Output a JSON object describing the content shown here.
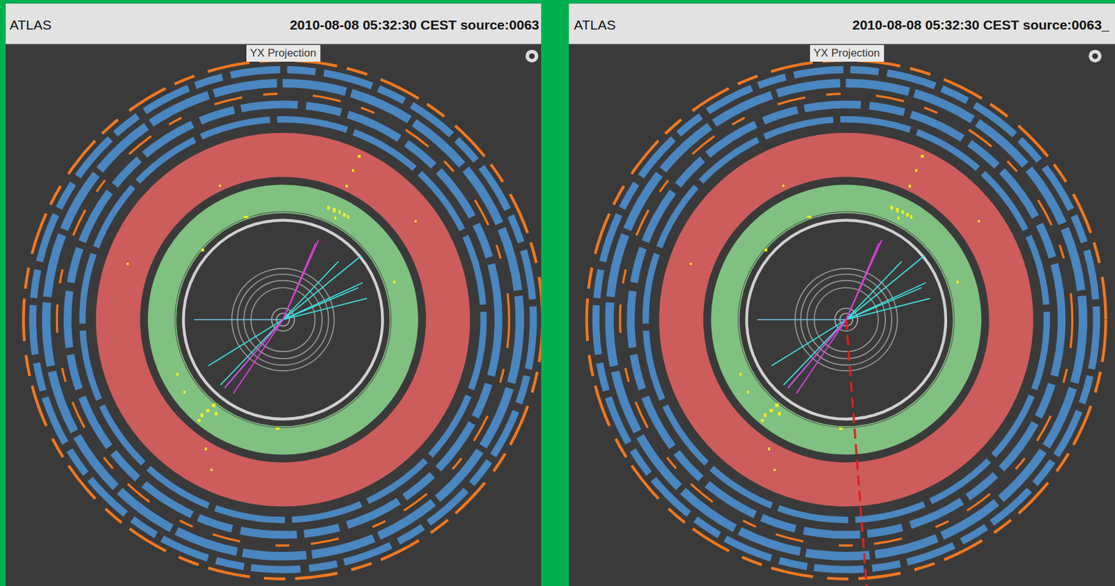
{
  "diagram": {
    "labels": [
      "ATLAS",
      "2010-08-08 05:32:30 CEST source:0063",
      "YX Projection",
      "ATLAS",
      "2010-08-08 05:32:30 CEST source:0063_",
      "YX Projection"
    ]
  }
}
